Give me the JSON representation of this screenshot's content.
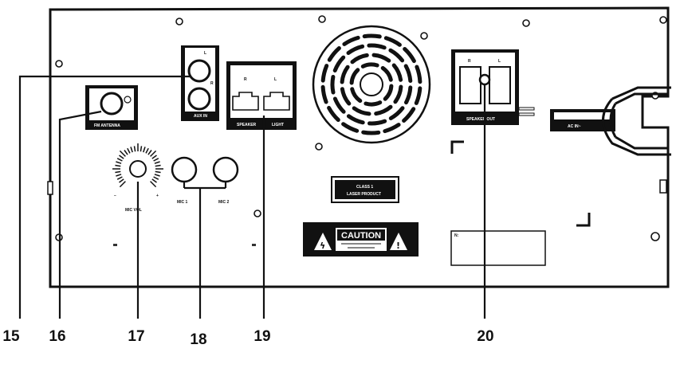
{
  "labels": {
    "fm_antenna": "FM ANTENNA",
    "aux_in": "AUX IN",
    "aux_l": "L",
    "aux_r": "R",
    "speaker_r": "R",
    "speaker_l": "L",
    "speaker": "SPEAKER",
    "light": "LIGHT",
    "mic_vol": "MIC VOL",
    "mic1": "MIC 1",
    "mic2": "MIC 2",
    "class1": "CLASS 1",
    "laser_product": "LASER PRODUCT",
    "caution": "CAUTION",
    "speaker_out": "SPEAKER OUT",
    "out_r": "R",
    "out_l": "L",
    "ac_in": "AC IN~"
  },
  "callouts": [
    {
      "id": "15",
      "text": "15"
    },
    {
      "id": "16",
      "text": "16"
    },
    {
      "id": "17",
      "text": "17"
    },
    {
      "id": "18",
      "text": "18"
    },
    {
      "id": "19",
      "text": "19"
    },
    {
      "id": "20",
      "text": "20"
    }
  ],
  "colors": {
    "line": "#111111",
    "panel": "#ffffff",
    "label_bg": "#111111"
  }
}
